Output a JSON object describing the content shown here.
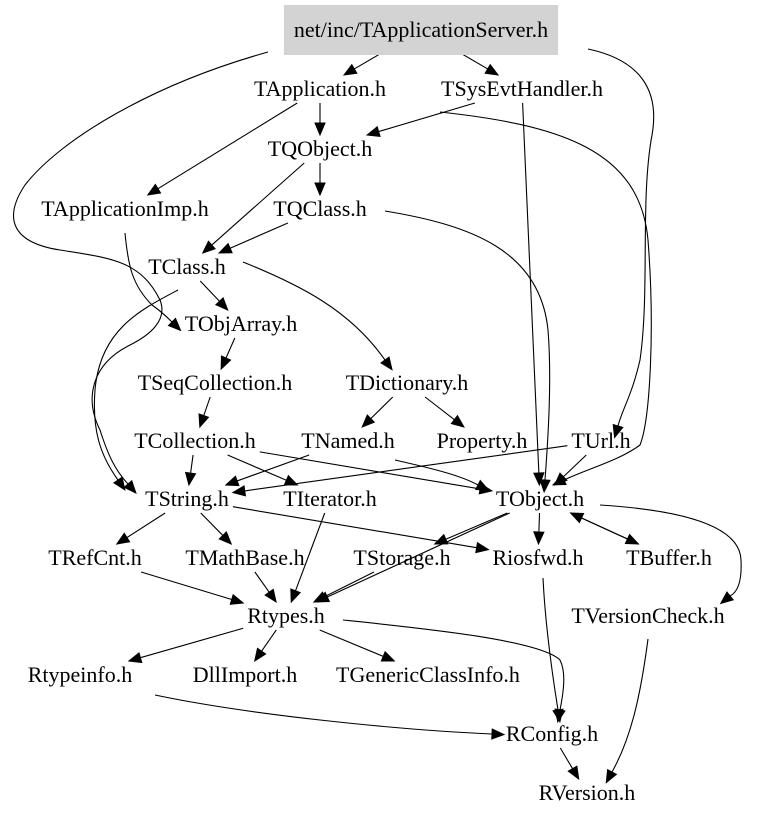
{
  "colors": {
    "root_fill": "#d3d3d3",
    "background": "#ffffff",
    "ink": "#000000"
  },
  "nodes": [
    {
      "id": "root",
      "label": "net/inc/TApplicationServer.h",
      "highlight": true
    },
    {
      "id": "tapplication",
      "label": "TApplication.h"
    },
    {
      "id": "tsysevthandler",
      "label": "TSysEvtHandler.h"
    },
    {
      "id": "tqobject",
      "label": "TQObject.h"
    },
    {
      "id": "tapplicationimp",
      "label": "TApplicationImp.h"
    },
    {
      "id": "tqclass",
      "label": "TQClass.h"
    },
    {
      "id": "tclass",
      "label": "TClass.h"
    },
    {
      "id": "tobjarray",
      "label": "TObjArray.h"
    },
    {
      "id": "tseqcollection",
      "label": "TSeqCollection.h"
    },
    {
      "id": "tdictionary",
      "label": "TDictionary.h"
    },
    {
      "id": "tcollection",
      "label": "TCollection.h"
    },
    {
      "id": "tnamed",
      "label": "TNamed.h"
    },
    {
      "id": "property",
      "label": "Property.h"
    },
    {
      "id": "turl",
      "label": "TUrl.h"
    },
    {
      "id": "tstring",
      "label": "TString.h"
    },
    {
      "id": "titerator",
      "label": "TIterator.h"
    },
    {
      "id": "tobject",
      "label": "TObject.h"
    },
    {
      "id": "trefcnt",
      "label": "TRefCnt.h"
    },
    {
      "id": "tmathbase",
      "label": "TMathBase.h"
    },
    {
      "id": "tstorage",
      "label": "TStorage.h"
    },
    {
      "id": "riosfwd",
      "label": "Riosfwd.h"
    },
    {
      "id": "tbuffer",
      "label": "TBuffer.h"
    },
    {
      "id": "rtypes",
      "label": "Rtypes.h"
    },
    {
      "id": "tversioncheck",
      "label": "TVersionCheck.h"
    },
    {
      "id": "rtypeinfo",
      "label": "Rtypeinfo.h"
    },
    {
      "id": "dllimport",
      "label": "DllImport.h"
    },
    {
      "id": "tgenericclassinfo",
      "label": "TGenericClassInfo.h"
    },
    {
      "id": "rconfig",
      "label": "RConfig.h"
    },
    {
      "id": "rversion",
      "label": "RVersion.h"
    }
  ],
  "edges": [
    [
      "root",
      "tapplication"
    ],
    [
      "root",
      "tsysevthandler"
    ],
    [
      "root",
      "tstring"
    ],
    [
      "root",
      "turl"
    ],
    [
      "tapplication",
      "tqobject"
    ],
    [
      "tapplication",
      "tapplicationimp"
    ],
    [
      "tapplication",
      "tobject"
    ],
    [
      "tsysevthandler",
      "tqobject"
    ],
    [
      "tsysevthandler",
      "tobject"
    ],
    [
      "tqobject",
      "tqclass"
    ],
    [
      "tqobject",
      "tclass"
    ],
    [
      "tapplicationimp",
      "tobjarray"
    ],
    [
      "tqclass",
      "tclass"
    ],
    [
      "tqclass",
      "tobject"
    ],
    [
      "tclass",
      "tobjarray"
    ],
    [
      "tclass",
      "tdictionary"
    ],
    [
      "tclass",
      "tstring"
    ],
    [
      "tobjarray",
      "tseqcollection"
    ],
    [
      "tseqcollection",
      "tcollection"
    ],
    [
      "tdictionary",
      "tnamed"
    ],
    [
      "tdictionary",
      "property"
    ],
    [
      "tcollection",
      "tstring"
    ],
    [
      "tcollection",
      "titerator"
    ],
    [
      "tcollection",
      "tobject"
    ],
    [
      "tnamed",
      "tstring"
    ],
    [
      "tnamed",
      "tobject"
    ],
    [
      "turl",
      "tstring"
    ],
    [
      "turl",
      "tobject"
    ],
    [
      "tstring",
      "trefcnt"
    ],
    [
      "tstring",
      "tmathbase"
    ],
    [
      "tstring",
      "riosfwd"
    ],
    [
      "titerator",
      "rtypes"
    ],
    [
      "tobject",
      "rtypes"
    ],
    [
      "tobject",
      "riosfwd"
    ],
    [
      "tobject",
      "tbuffer"
    ],
    [
      "tobject",
      "tstorage"
    ],
    [
      "tobject",
      "tversioncheck"
    ],
    [
      "tbuffer",
      "tobject"
    ],
    [
      "trefcnt",
      "rtypes"
    ],
    [
      "tmathbase",
      "rtypes"
    ],
    [
      "tstorage",
      "rtypes"
    ],
    [
      "riosfwd",
      "rconfig"
    ],
    [
      "rtypes",
      "rtypeinfo"
    ],
    [
      "rtypes",
      "dllimport"
    ],
    [
      "rtypes",
      "tgenericclassinfo"
    ],
    [
      "rtypes",
      "rconfig"
    ],
    [
      "rtypeinfo",
      "rconfig"
    ],
    [
      "tversioncheck",
      "rversion"
    ],
    [
      "rconfig",
      "rversion"
    ]
  ]
}
